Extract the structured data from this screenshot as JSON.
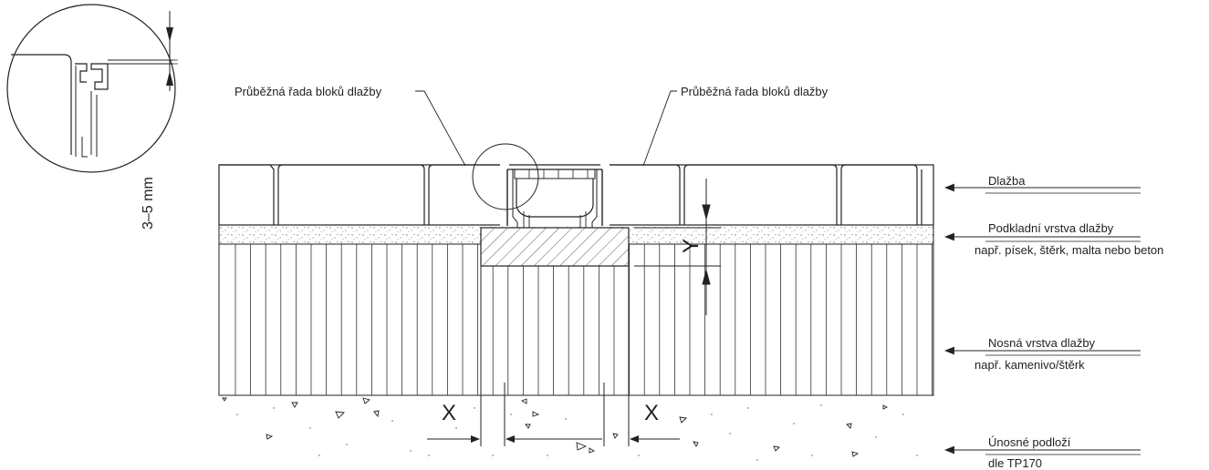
{
  "labels": {
    "row_left": "Průběžná řada bloků dlažby",
    "row_right": "Průběžná řada bloků dlažby",
    "paving": "Dlažba",
    "bedding": "Podkladní vrstva dlažby",
    "bedding_note": "např. písek, štěrk, malta nebo beton",
    "base": "Nosná vrstva dlažby",
    "base_note": "např. kamenivo/štěrk",
    "subgrade": "Únosné podloží",
    "subgrade_note": "dle TP170"
  },
  "dimensions": {
    "detail": "3–5 mm",
    "x_left": "X",
    "x_right": "X",
    "y": "Y"
  }
}
